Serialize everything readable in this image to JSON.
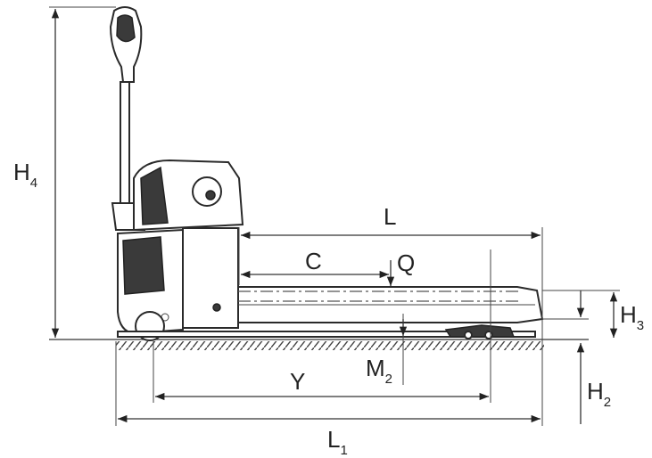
{
  "diagram": {
    "labels": {
      "h4": {
        "main": "H",
        "sub": "4"
      },
      "l": {
        "main": "L"
      },
      "c": {
        "main": "C"
      },
      "q": {
        "main": "Q"
      },
      "h3": {
        "main": "H",
        "sub": "3"
      },
      "m2": {
        "main": "M",
        "sub": "2"
      },
      "y": {
        "main": "Y"
      },
      "h2": {
        "main": "H",
        "sub": "2"
      },
      "l1": {
        "main": "L",
        "sub": "1"
      }
    }
  }
}
